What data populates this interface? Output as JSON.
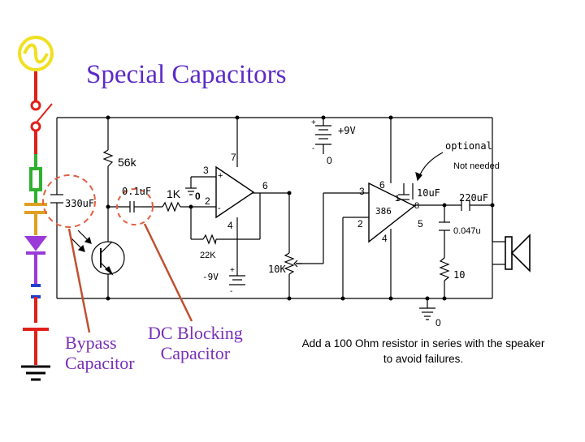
{
  "title": "Special Capacitors",
  "captions": {
    "bypass_line1": "Bypass",
    "bypass_line2": "Capacitor",
    "dc_line1": "DC Blocking",
    "dc_line2": "Capacitor"
  },
  "note": "Add a 100 Ohm resistor in series with the speaker to avoid failures.",
  "labels": {
    "supply_pos": "+9V",
    "supply_zero": "0",
    "supply_neg": "-9V",
    "r56k": "56k",
    "c330uf": "330uF",
    "c01uf": "0.1uF",
    "r1k": "1K",
    "opamp_pin7": "7",
    "opamp_pin3": "3",
    "opamp_pin2": "2",
    "opamp_pin6": "6",
    "opamp_pin4": "4",
    "opamp_node0": "0",
    "r22k": "22K",
    "pot10k": "10K",
    "amp_pin6": "6",
    "amp_pin3": "3",
    "amp_pin2": "2",
    "amp_pin1": "1",
    "amp_pin8": "8",
    "amp_pin5": "5",
    "amp_pin4": "4",
    "amp_name": "386",
    "optional": "optional",
    "not_needed": "Not needed",
    "c10uf": "10uF",
    "c220uf": "220uF",
    "c0047u": "0.047u",
    "r10": "10",
    "ground_zero": "0",
    "plus": "+",
    "minus": "-"
  },
  "colors": {
    "title": "#5b2bc7",
    "caption": "#7a2eb8",
    "highlight": "#e06040",
    "arrow": "#c05030",
    "wire": "#000000"
  },
  "icons": [
    "ac-source-icon",
    "switch-icon",
    "resistor-icon",
    "capacitor-icon",
    "diode-icon",
    "battery-icon",
    "ground-icon",
    "transistor-icon",
    "speaker-icon"
  ]
}
